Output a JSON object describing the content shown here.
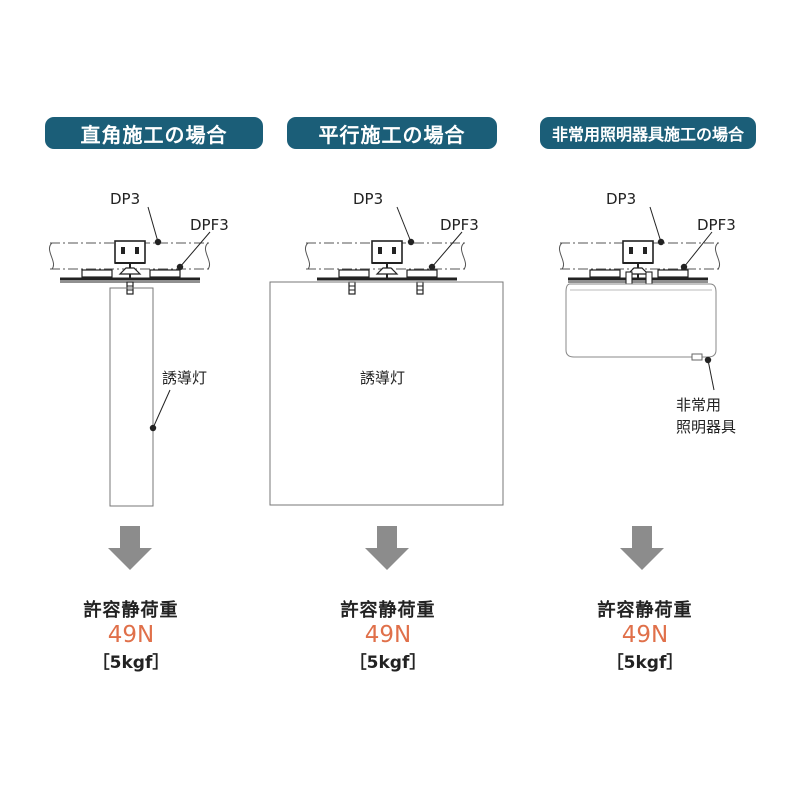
{
  "panels": [
    {
      "heading": "直角施工の場合",
      "labels": {
        "dp3": "DP3",
        "dpf3": "DPF3",
        "fixture": "誘導灯"
      },
      "load": {
        "title": "許容静荷重",
        "value": "49N",
        "unit": "［5kgf］"
      }
    },
    {
      "heading": "平行施工の場合",
      "labels": {
        "dp3": "DP3",
        "dpf3": "DPF3",
        "fixture": "誘導灯"
      },
      "load": {
        "title": "許容静荷重",
        "value": "49N",
        "unit": "［5kgf］"
      }
    },
    {
      "heading": "非常用照明器具施工の場合",
      "labels": {
        "dp3": "DP3",
        "dpf3": "DPF3",
        "fixture_line1": "非常用",
        "fixture_line2": "照明器具"
      },
      "load": {
        "title": "許容静荷重",
        "value": "49N",
        "unit": "［5kgf］"
      }
    }
  ],
  "colors": {
    "heading_bg": "#1b5e78",
    "load_value": "#e0704a",
    "arrow": "#8c8c8c"
  }
}
